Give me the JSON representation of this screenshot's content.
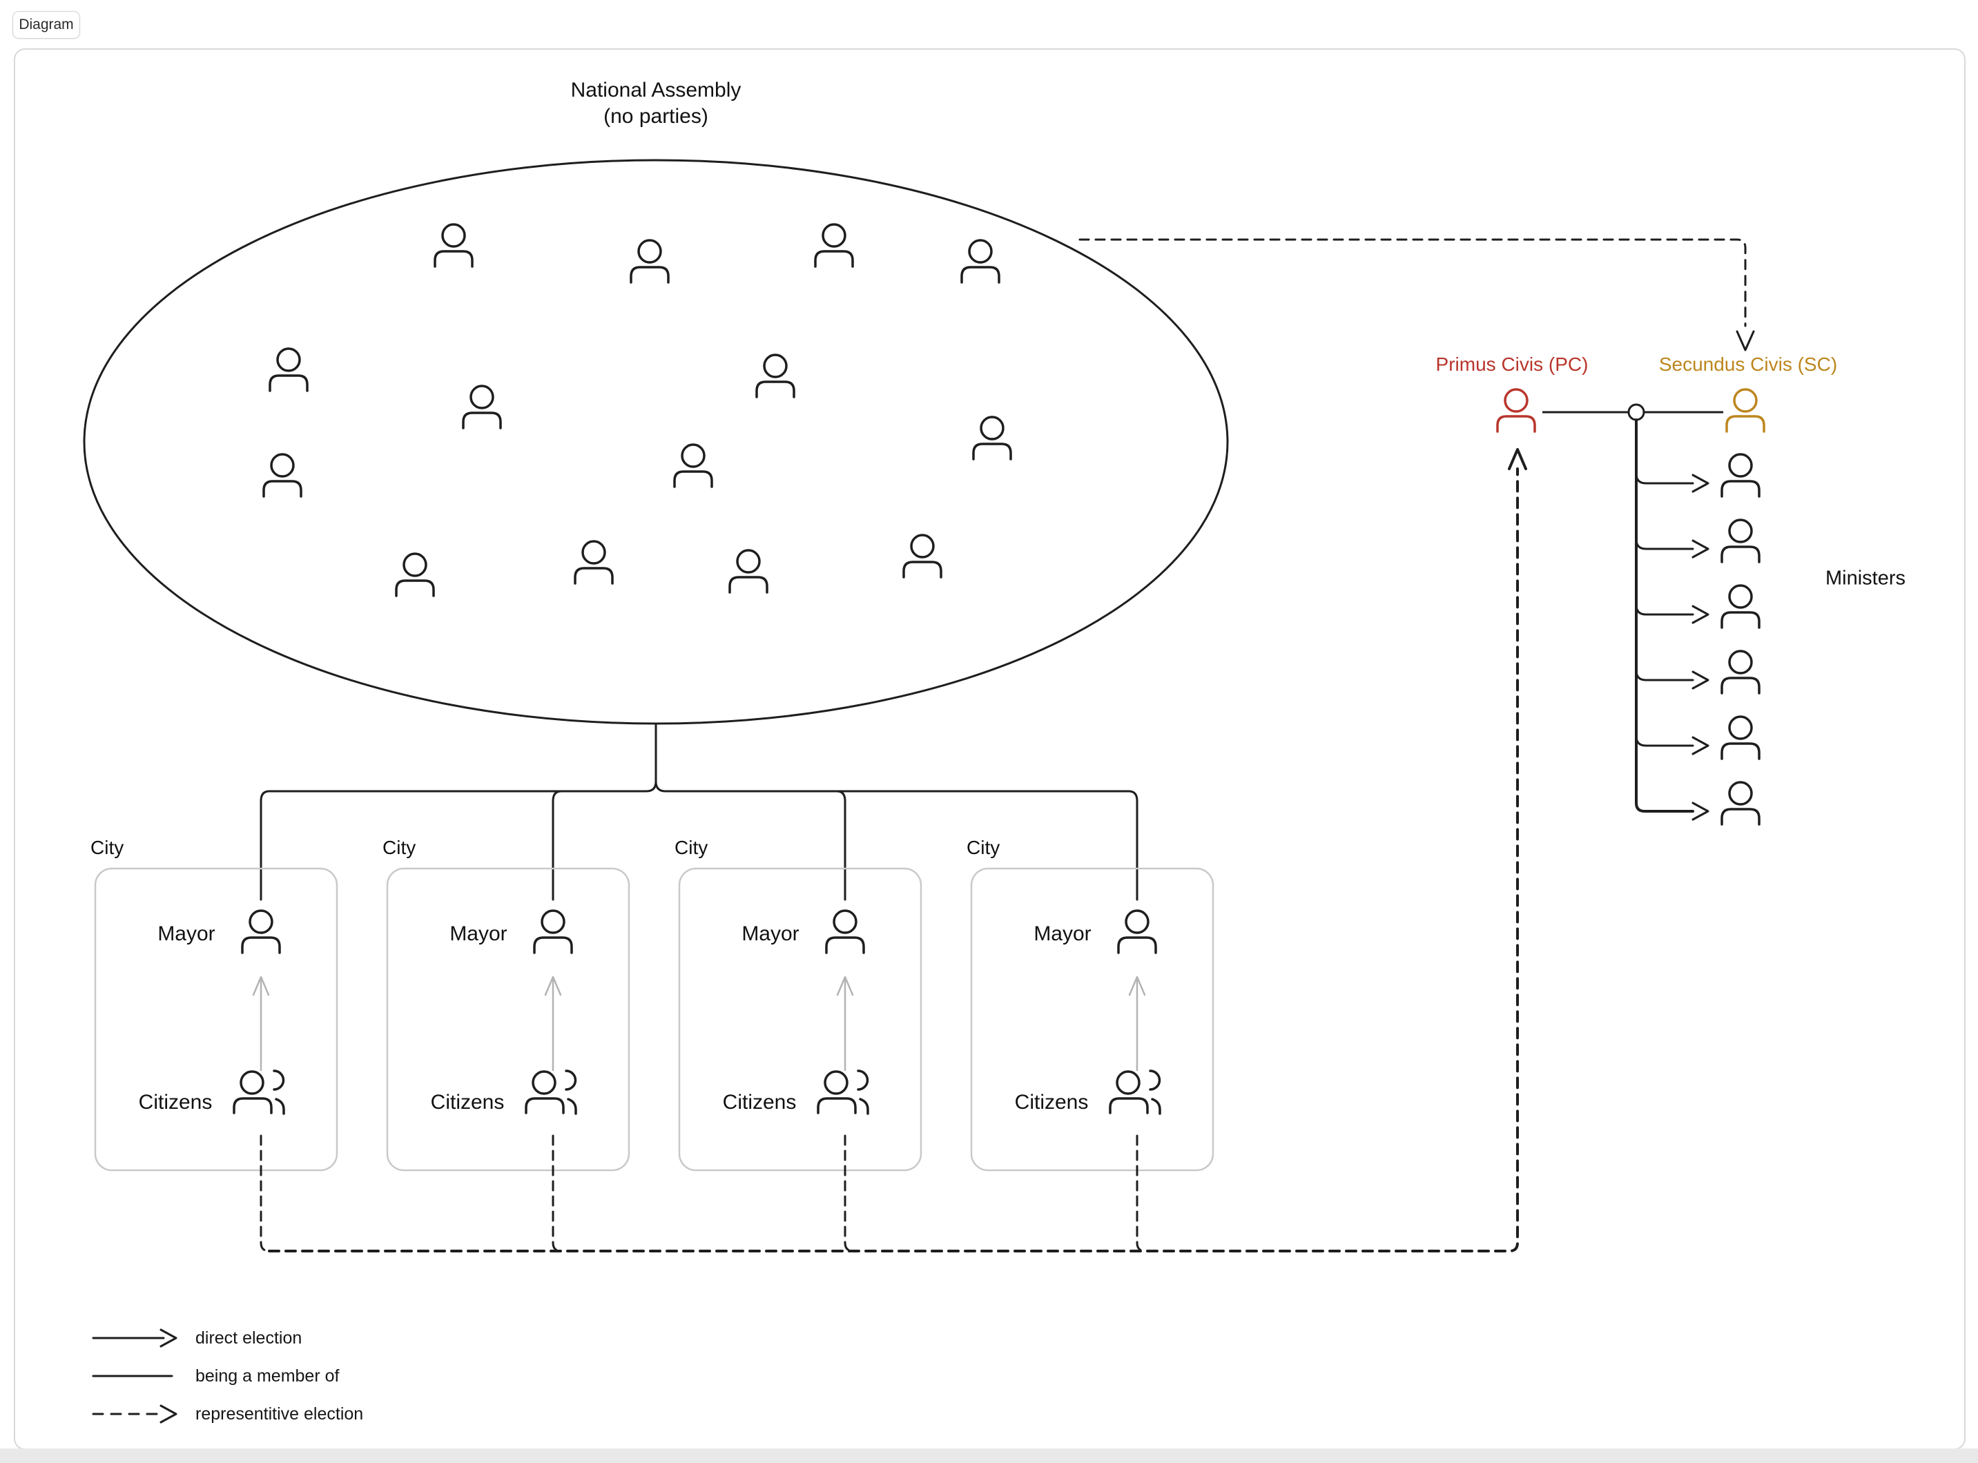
{
  "tab": {
    "label": "Diagram"
  },
  "assembly": {
    "title_line1": "National Assembly",
    "title_line2": "(no parties)",
    "member_count": 14
  },
  "executives": {
    "pc_label": "Primus Civis (PC)",
    "sc_label": "Secundus Civis (SC)"
  },
  "ministers": {
    "label": "Ministers",
    "count": 6
  },
  "cities": {
    "count": 4,
    "label": "City",
    "mayor_label": "Mayor",
    "citizens_label": "Citizens"
  },
  "legend": [
    {
      "symbol": "solid-arrow",
      "label": "direct election"
    },
    {
      "symbol": "solid-line",
      "label": "being a member of"
    },
    {
      "symbol": "dashed-arrow",
      "label": "representitive election"
    }
  ],
  "colors": {
    "pc": "#b8352b",
    "sc": "#bd861e",
    "line": "#1e1e1e",
    "city_border": "#c9c9c9",
    "gray_arrow": "#b3b3b3"
  }
}
